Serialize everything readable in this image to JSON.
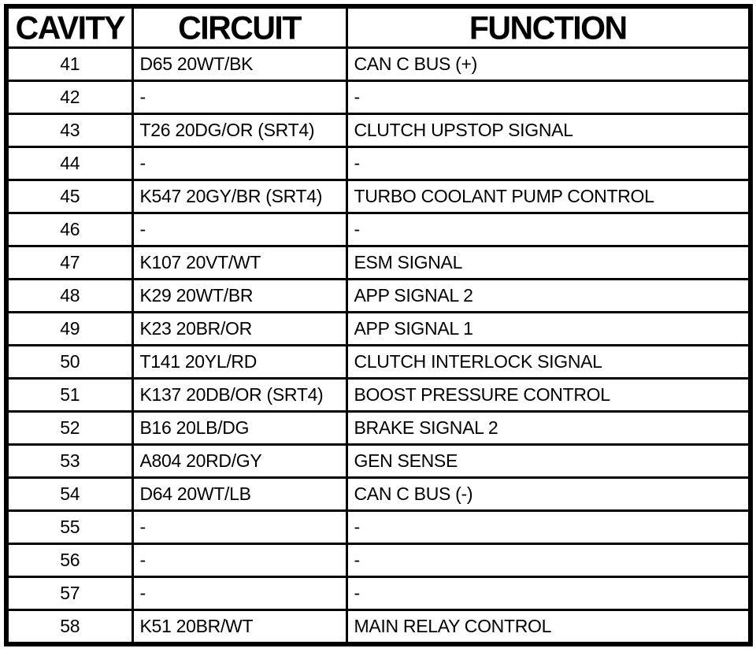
{
  "table": {
    "headers": [
      "CAVITY",
      "CIRCUIT",
      "FUNCTION"
    ],
    "rows": [
      {
        "cavity": "41",
        "circuit": "D65 20WT/BK",
        "function": "CAN C BUS (+)"
      },
      {
        "cavity": "42",
        "circuit": "-",
        "function": "-"
      },
      {
        "cavity": "43",
        "circuit": "T26 20DG/OR (SRT4)",
        "function": "CLUTCH UPSTOP SIGNAL"
      },
      {
        "cavity": "44",
        "circuit": "-",
        "function": "-"
      },
      {
        "cavity": "45",
        "circuit": "K547 20GY/BR (SRT4)",
        "function": "TURBO COOLANT PUMP CONTROL"
      },
      {
        "cavity": "46",
        "circuit": "-",
        "function": "-"
      },
      {
        "cavity": "47",
        "circuit": "K107 20VT/WT",
        "function": "ESM SIGNAL"
      },
      {
        "cavity": "48",
        "circuit": "K29 20WT/BR",
        "function": "APP SIGNAL 2"
      },
      {
        "cavity": "49",
        "circuit": "K23 20BR/OR",
        "function": "APP SIGNAL 1"
      },
      {
        "cavity": "50",
        "circuit": "T141 20YL/RD",
        "function": "CLUTCH INTERLOCK SIGNAL"
      },
      {
        "cavity": "51",
        "circuit": "K137 20DB/OR (SRT4)",
        "function": "BOOST PRESSURE CONTROL"
      },
      {
        "cavity": "52",
        "circuit": "B16 20LB/DG",
        "function": "BRAKE SIGNAL 2"
      },
      {
        "cavity": "53",
        "circuit": "A804 20RD/GY",
        "function": "GEN SENSE"
      },
      {
        "cavity": "54",
        "circuit": "D64 20WT/LB",
        "function": "CAN C BUS (-)"
      },
      {
        "cavity": "55",
        "circuit": "-",
        "function": "-"
      },
      {
        "cavity": "56",
        "circuit": "-",
        "function": "-"
      },
      {
        "cavity": "57",
        "circuit": "-",
        "function": "-"
      },
      {
        "cavity": "58",
        "circuit": "K51 20BR/WT",
        "function": "MAIN RELAY CONTROL"
      }
    ]
  },
  "colors": {
    "border": "#000000",
    "background": "#ffffff",
    "text": "#000000"
  }
}
